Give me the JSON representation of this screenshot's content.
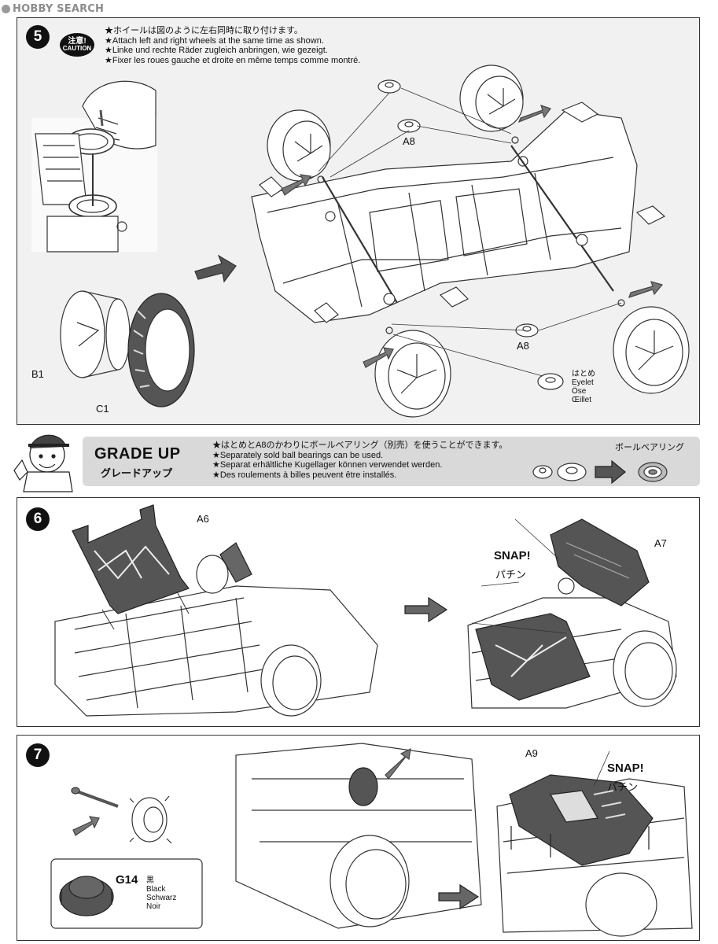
{
  "watermark": {
    "brand": "HOBBY SEARCH"
  },
  "step5": {
    "number": "5",
    "caution": {
      "jp": "注意!",
      "en": "CAUTION"
    },
    "instructions": [
      "★ホイールは図のように左右同時に取り付けます。",
      "★Attach left and right wheels at the same time as shown.",
      "★Linke und rechte Räder zugleich anbringen, wie gezeigt.",
      "★Fixer les roues gauche et droite en même temps comme montré."
    ],
    "labels": {
      "b1": "B1",
      "c1": "C1",
      "a8_top": "A8",
      "a8_bottom": "A8",
      "eyelet": [
        "はとめ",
        "Eyelet",
        "Öse",
        "Œillet"
      ]
    }
  },
  "grade_up": {
    "title": "GRADE UP",
    "subtitle": "グレードアップ",
    "instructions": [
      "★はとめとA8のかわりにボールベアリング（別売）を使うことができます。",
      "★Separately sold ball bearings can be used.",
      "★Separat erhältliche Kugellager können verwendet werden.",
      "★Des roulements à billes peuvent être installés."
    ],
    "bearing_label": "ボールベアリング"
  },
  "step6": {
    "number": "6",
    "labels": {
      "a6": "A6",
      "a7": "A7",
      "snap": "SNAP!",
      "snap_jp": "パチン"
    }
  },
  "step7": {
    "number": "7",
    "labels": {
      "a9": "A9",
      "snap": "SNAP!",
      "snap_jp": "パチン",
      "g14": "G14",
      "color": [
        "黒",
        "Black",
        "Schwarz",
        "Noir"
      ]
    }
  }
}
